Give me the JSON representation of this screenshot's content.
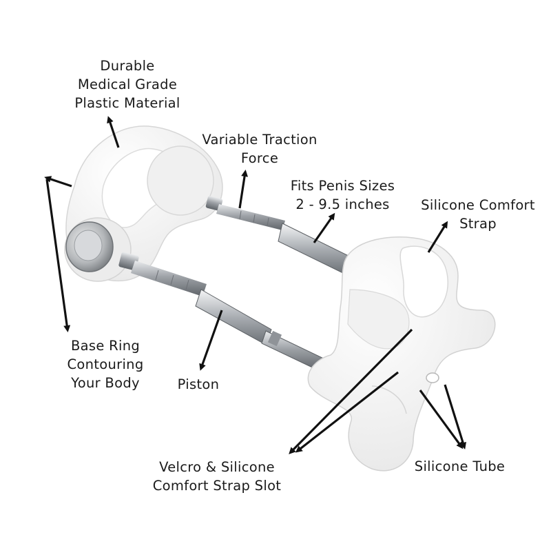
{
  "diagram": {
    "labels": {
      "material": [
        "Durable",
        "Medical Grade",
        "Plastic Material"
      ],
      "traction": [
        "Variable Traction",
        "Force"
      ],
      "sizes": [
        "Fits Penis Sizes",
        "2 - 9.5 inches"
      ],
      "strap": [
        "Silicone Comfort",
        "Strap"
      ],
      "base_ring": [
        "Base Ring",
        "Contouring",
        "Your Body"
      ],
      "piston": [
        "Piston"
      ],
      "velcro": [
        "Velcro & Silicone",
        "Comfort Strap Slot"
      ],
      "tube": [
        "Silicone Tube"
      ]
    }
  },
  "colors": {
    "background": "#ffffff",
    "plastic": "#f3f3f3",
    "metal": "#b9bcc0",
    "arrow": "#111111",
    "text": "#1a1a1a"
  }
}
